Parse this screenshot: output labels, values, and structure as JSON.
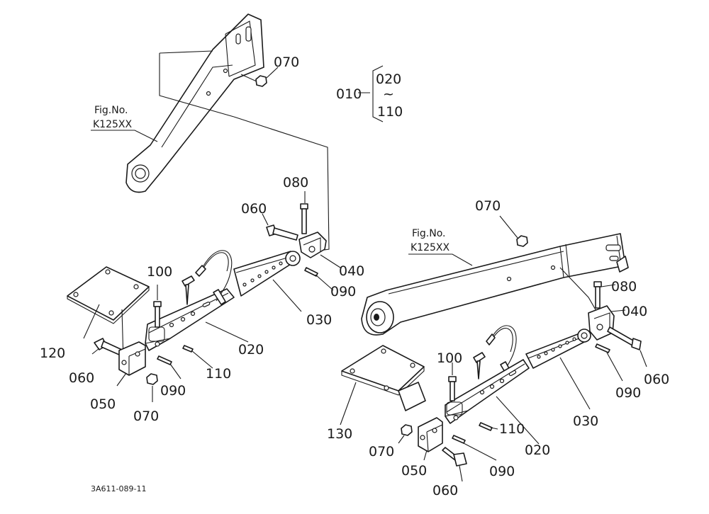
{
  "labels": {
    "p010": "010",
    "p020": "020",
    "p030": "030",
    "p040": "040",
    "p050": "050",
    "p060": "060",
    "p070": "070",
    "p080": "080",
    "p090": "090",
    "p100": "100",
    "p110": "110",
    "p120": "120",
    "p130": "130",
    "range_sep": "~"
  },
  "fig_ref": {
    "line1": "Fig.No.",
    "line2": "K125XX"
  },
  "drawing_code": "3A611-089-11"
}
